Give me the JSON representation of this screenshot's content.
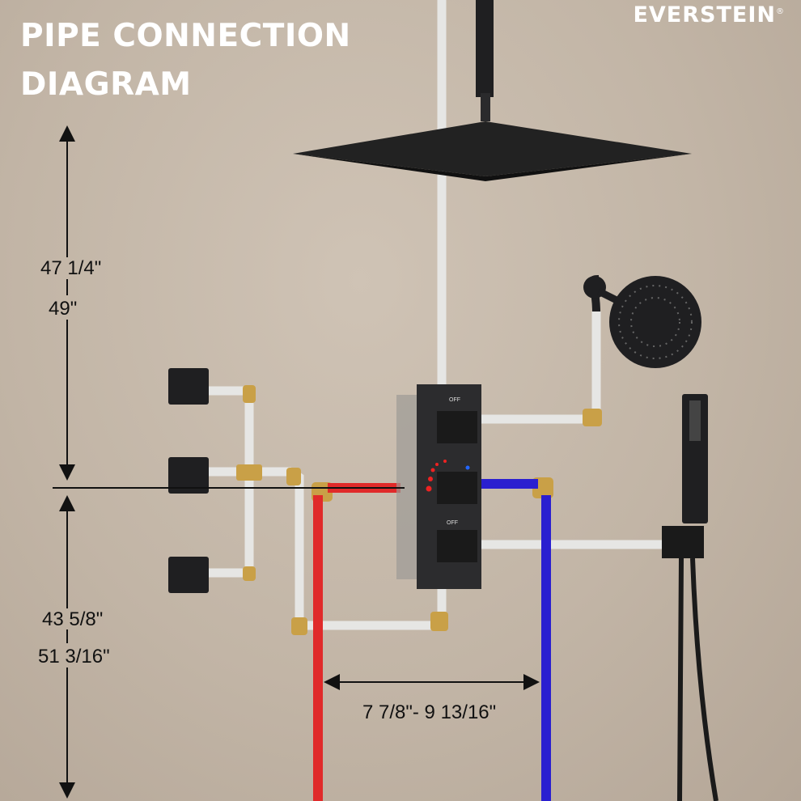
{
  "header": {
    "title_line1": "PIPE CONNECTION",
    "title_line2": "DIAGRAM",
    "brand": "EVERSTEIN",
    "brand_mark": "®"
  },
  "dimensions": {
    "upper_min": "47 1/4\"",
    "upper_max": "49\"",
    "lower_min": "43 5/8\"",
    "lower_max": "51 3/16\"",
    "inlet_spacing": "7 7/8\"- 9 13/16\""
  },
  "valve": {
    "top_label": "OFF",
    "bottom_label": "OFF"
  },
  "colors": {
    "hot": "#e02a2a",
    "cold": "#2a1fd0",
    "pipe": "#e6e6e4",
    "fitting": "#c9a047",
    "fixture": "#1f1f21"
  }
}
